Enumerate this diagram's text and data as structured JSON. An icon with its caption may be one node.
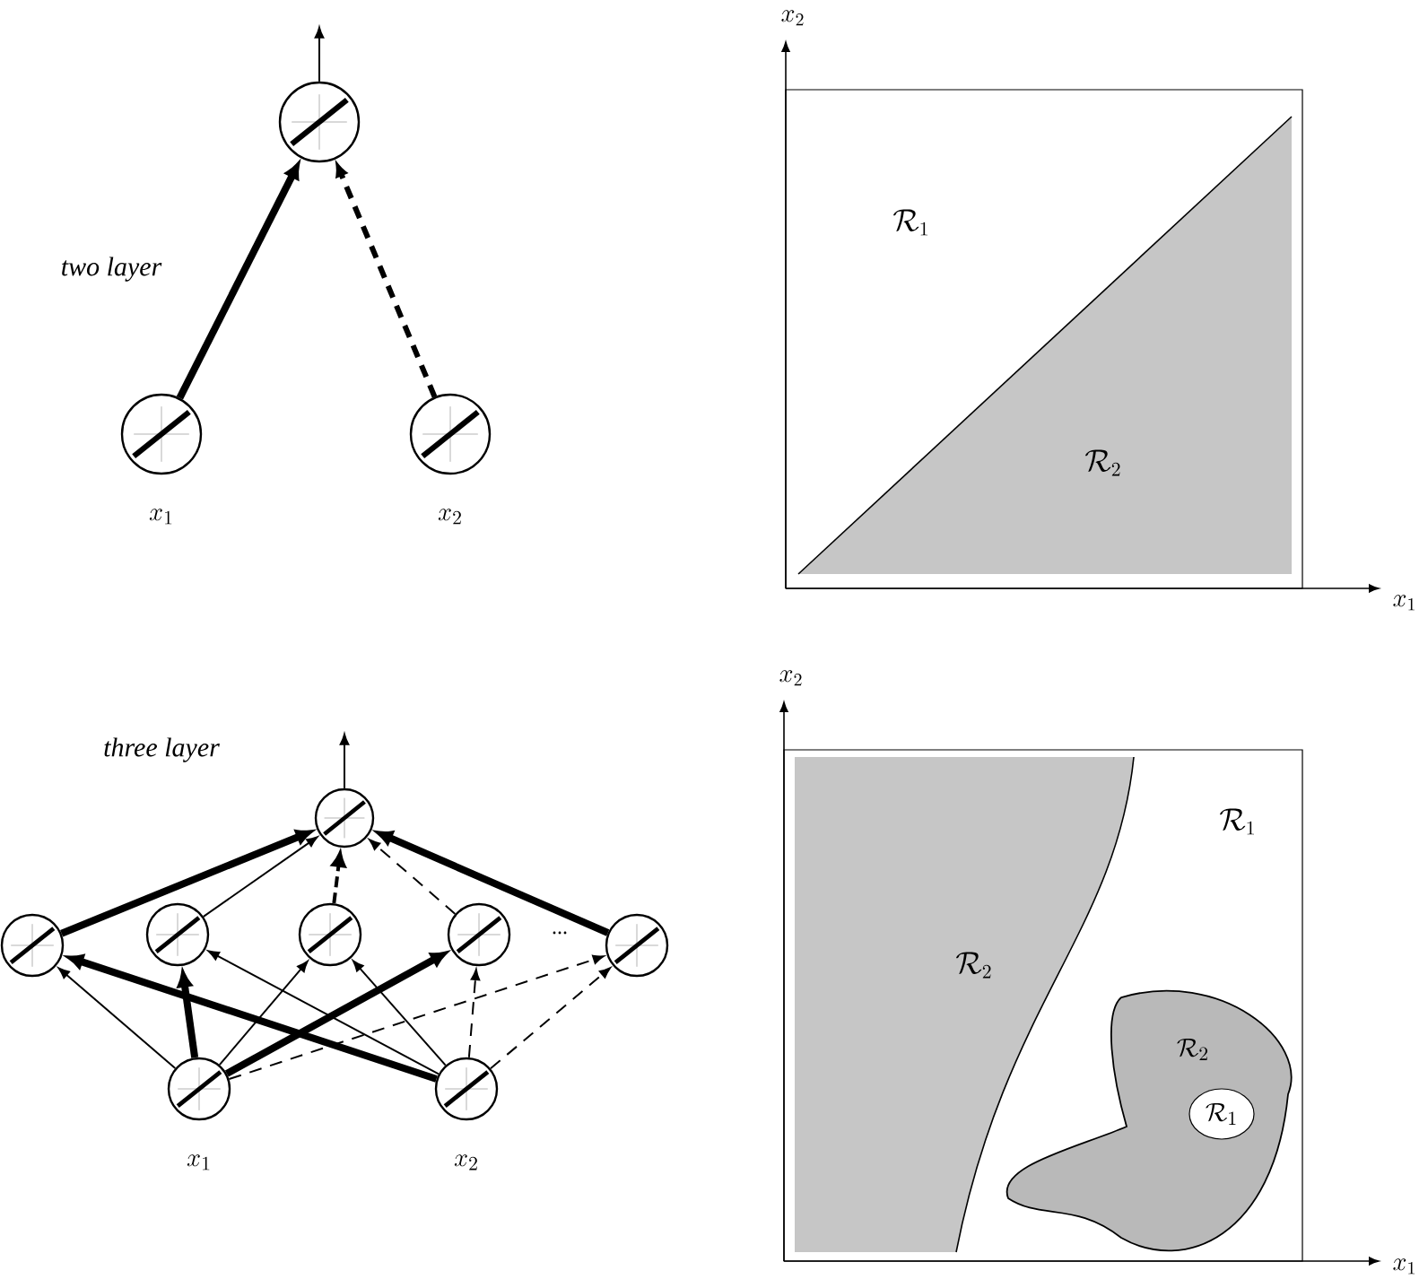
{
  "diagram": {
    "nodes": [
      {
        "text": [],
        "shape": "circle"
      },
      {
        "text": [],
        "shape": "circle",
        "beside": [
          "x_1"
        ]
      },
      {
        "text": [],
        "shape": "circle",
        "beside": [
          "x_2"
        ]
      },
      {
        "text": [],
        "shape": "circle"
      },
      {
        "text": [],
        "shape": "circle"
      },
      {
        "text": [],
        "shape": "circle"
      },
      {
        "text": [],
        "shape": "circle"
      },
      {
        "text": [],
        "shape": "circle"
      },
      {
        "text": [],
        "shape": "circle"
      },
      {
        "text": [],
        "shape": "circle",
        "beside": [
          "x_1"
        ]
      },
      {
        "text": [],
        "shape": "circle",
        "beside": [
          "x_2"
        ]
      }
    ],
    "edges": [
      {
        "from": 1,
        "to": 0,
        "arrow": "to",
        "style": "thick"
      },
      {
        "from": 2,
        "to": 0,
        "arrow": "to",
        "style": "dashed"
      },
      {
        "from": 0,
        "to": null,
        "arrow": "to"
      },
      {
        "from": 4,
        "to": 3,
        "arrow": "to",
        "style": "thick"
      },
      {
        "from": 5,
        "to": 3,
        "arrow": "to"
      },
      {
        "from": 6,
        "to": 3,
        "arrow": "to",
        "style": "dashed"
      },
      {
        "from": 7,
        "to": 3,
        "arrow": "to",
        "style": "dashed"
      },
      {
        "from": 8,
        "to": 3,
        "arrow": "to",
        "style": "thick"
      },
      {
        "from": 9,
        "to": 4,
        "arrow": "to"
      },
      {
        "from": 9,
        "to": 5,
        "arrow": "to",
        "style": "thick"
      },
      {
        "from": 9,
        "to": 6,
        "arrow": "to"
      },
      {
        "from": 9,
        "to": 7,
        "arrow": "to",
        "style": "thick"
      },
      {
        "from": 9,
        "to": 8,
        "arrow": "to",
        "style": "dashed"
      },
      {
        "from": 10,
        "to": 4,
        "arrow": "to",
        "style": "thick"
      },
      {
        "from": 10,
        "to": 5,
        "arrow": "to"
      },
      {
        "from": 10,
        "to": 6,
        "arrow": "to"
      },
      {
        "from": 10,
        "to": 7,
        "arrow": "to",
        "style": "dashed"
      },
      {
        "from": 10,
        "to": 8,
        "arrow": "to",
        "style": "dashed"
      },
      {
        "from": 3,
        "to": null,
        "arrow": "to"
      }
    ],
    "labels": [
      "two layer",
      "three layer",
      "...",
      "x_2",
      "\\mathcal{R}_1",
      "\\mathcal{R}_2",
      "x_1",
      "x_2",
      "\\mathcal{R}_1",
      "\\mathcal{R}_2",
      "\\mathcal{R}_2",
      "\\mathcal{R}_1",
      "x_1"
    ]
  }
}
